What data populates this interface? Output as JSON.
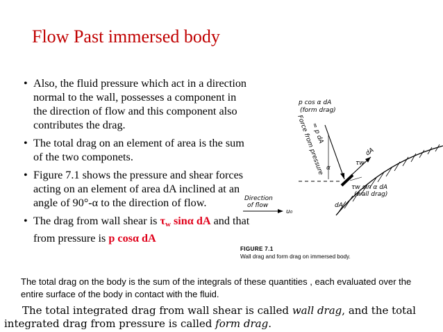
{
  "slide": {
    "title": "Flow Past immersed body"
  },
  "bullets": [
    {
      "text": "Also, the fluid pressure   which act in a direction normal to the wall, possesses a component in the direction of flow and this component also contributes the drag."
    },
    {
      "text": "The total drag on an element of area is the sum of the two componets."
    },
    {
      "text": "Figure 7.1 shows the pressure and shear forces acting on an element of area dA inclined at an angle of 90°-α to the direction of flow."
    },
    {
      "prefix": "The drag from wall shear is ",
      "tau": "τ",
      "tau_sub": "w",
      "shear_term": " sinα dA",
      "middle": " and that from pressure is ",
      "pressure_term": "p cosα dA"
    }
  ],
  "figure": {
    "labels": {
      "form_drag_top": "p cos α dA",
      "form_drag_bottom": "(form drag)",
      "force_from_pressure": "Force from pressure",
      "force_p_da": "= p dA",
      "da_upper": "dA",
      "tau_w": "τw",
      "wall_drag_top": "τw sin α dA",
      "wall_drag_bottom": "(wall drag)",
      "da_lower": "dA",
      "alpha": "α",
      "direction_line1": "Direction",
      "direction_line2": "of flow",
      "u0": "u₀"
    },
    "caption_label": "FIGURE 7.1",
    "caption_text": "Wall drag and form drag on immersed body."
  },
  "note": "The total drag on the body is the sum of the integrals of these quantities , each evaluated over the entire surface of the body in contact with the fluid.",
  "book_text": {
    "line1_a": "The total integrated drag from wall shear is called ",
    "line1_em": "wall drag",
    "line1_b": ", and the total",
    "line2_a": "integrated drag from pressure is called ",
    "line2_em": "form drag",
    "line2_b": "."
  }
}
